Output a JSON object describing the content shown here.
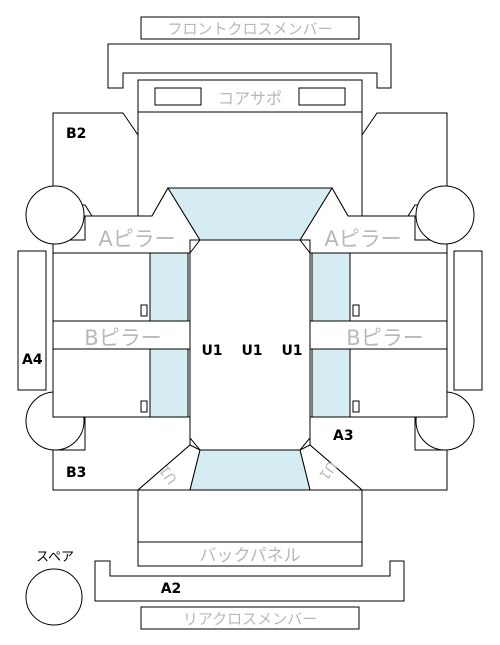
{
  "labels": {
    "front_cross_member": "フロントクロスメンバー",
    "core_support": "コアサポ",
    "a_pillar_left": "Aピラー",
    "a_pillar_right": "Aピラー",
    "b_pillar_left": "Bピラー",
    "b_pillar_right": "Bピラー",
    "u1_left": "U1",
    "u1_center": "U1",
    "u1_right": "U1",
    "b2": "B2",
    "b3": "B3",
    "a3": "A3",
    "a4": "A4",
    "a2": "A2",
    "u1_rotated_left": "U1",
    "u1_rotated_right": "U1",
    "back_panel": "バックパネル",
    "rear_cross_member": "リアクロスメンバー",
    "spare": "スペア"
  },
  "colors": {
    "glass": "#d6ecf3",
    "stroke": "#000000",
    "gray_text": "#b8b8b8"
  }
}
